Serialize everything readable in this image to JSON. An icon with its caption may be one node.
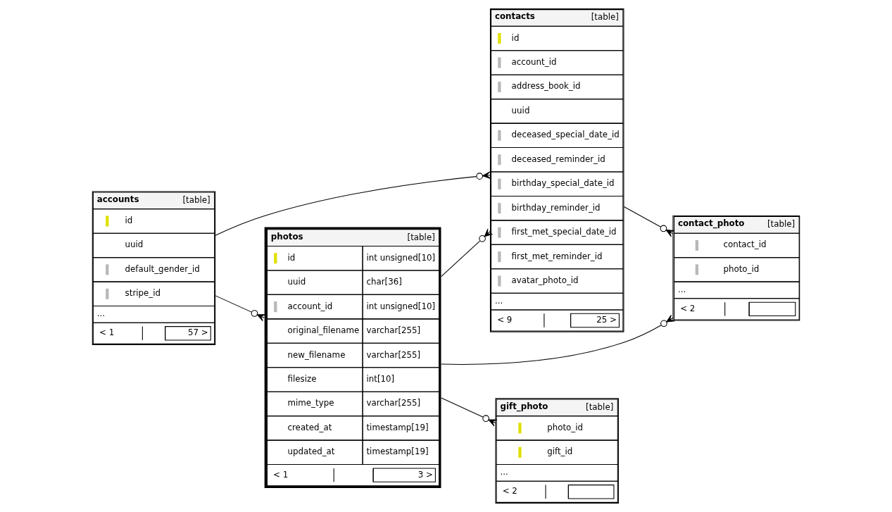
{
  "diagram": {
    "nodes": [
      {
        "text": [
          "contacts",
          "[table]",
          "id",
          "account_id",
          "address_book_id",
          "uuid",
          "deceased_special_date_id",
          "deceased_reminder_id",
          "birthday_special_date_id",
          "birthday_reminder_id",
          "first_met_special_date_id",
          "first_met_reminder_id",
          "avatar_photo_id",
          "...",
          "< 9",
          "25 >"
        ]
      },
      {
        "text": [
          "contact_photo",
          "[table]",
          "contact_id",
          "photo_id",
          "...",
          "< 2"
        ]
      },
      {
        "text": [
          "accounts",
          "[table]",
          "id",
          "uuid",
          "default_gender_id",
          "stripe_id",
          "...",
          "< 1",
          "57 >"
        ]
      },
      {
        "text": [
          "photos",
          "[table]",
          "id",
          "int unsigned[10]",
          "uuid",
          "char[36]",
          "account_id",
          "int unsigned[10]",
          "original_filename",
          "varchar[255]",
          "new_filename",
          "varchar[255]",
          "filesize",
          "int[10]",
          "mime_type",
          "varchar[255]",
          "created_at",
          "timestamp[19]",
          "updated_at",
          "timestamp[19]",
          "< 1",
          "3 >"
        ]
      },
      {
        "text": [
          "gift_photo",
          "[table]",
          "photo_id",
          "gift_id",
          "...",
          "< 2"
        ]
      }
    ],
    "edges": [
      {
        "from": 2,
        "to": 0,
        "arrow": "other"
      },
      {
        "from": 2,
        "to": 3,
        "arrow": "other"
      },
      {
        "from": 0,
        "to": 1,
        "arrow": "other"
      },
      {
        "from": 3,
        "to": 0,
        "arrow": "other"
      },
      {
        "from": 3,
        "to": 1,
        "arrow": "other"
      },
      {
        "from": 3,
        "to": 4,
        "arrow": "other"
      }
    ]
  }
}
